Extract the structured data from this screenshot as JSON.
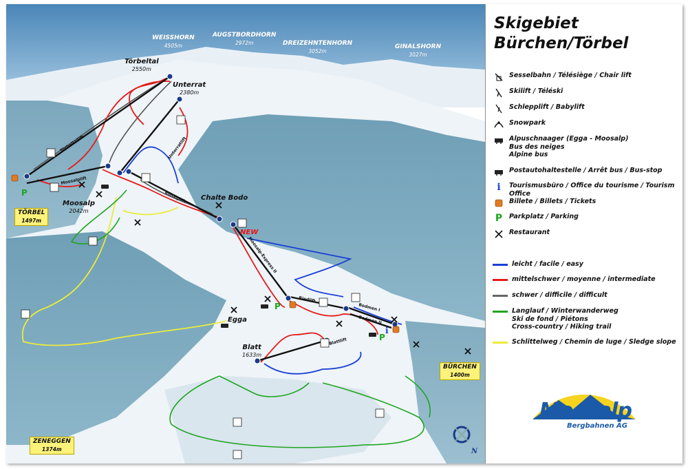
{
  "title_line1": "Skigebiet",
  "title_line2": "Bürchen/Törbel",
  "peaks": [
    {
      "name": "WEISSHORN",
      "alt": "4505m"
    },
    {
      "name": "AUGSTBORDHORN",
      "alt": "2972m"
    },
    {
      "name": "DREIZEHNTENHORN",
      "alt": "3052m"
    },
    {
      "name": "GINALSHORN",
      "alt": "3027m"
    }
  ],
  "places": {
    "toerbeltal": {
      "name": "Törbeltal",
      "alt": "2550m"
    },
    "unterrat": {
      "name": "Unterrat",
      "alt": "2380m"
    },
    "moosalp": {
      "name": "Moosalp",
      "alt": "2042m"
    },
    "chalte_bodo": {
      "name": "Chalte Bodo"
    },
    "egga": {
      "name": "Egga"
    },
    "blatt": {
      "name": "Blatt",
      "alt": "1633m"
    }
  },
  "villages": {
    "toerbel": {
      "name": "TÖRBEL",
      "alt": "1497m"
    },
    "buerchen": {
      "name": "BÜRCHEN",
      "alt": "1400m"
    },
    "zeneggen": {
      "name": "ZENEGGEN",
      "alt": "1374m"
    }
  },
  "lifts": [
    "Törbeltallift",
    "Moosalplift",
    "Unterratlift",
    "Ronalplift",
    "Moosalp-Express II",
    "Riedlift",
    "Blattlift",
    "Bodmen I",
    "Bodmen II"
  ],
  "new_label": "NEW",
  "legend": {
    "chair_lift": "Sesselbahn / Télésiège / Chair lift",
    "skilift": "Skilift / Téléski",
    "babylift": "Schlepplift / Babylift",
    "snowpark": "Snowpark",
    "alpine_bus": "Alpuschnaager (Egga - Moosalp)\nBus des neiges\nAlpine bus",
    "bus_stop": "Postautohaltestelle / Arrêt bus / Bus-stop",
    "tourism": "Tourismusbüro / Office du tourisme / Tourism Office",
    "tickets": "Billete / Billets / Tickets",
    "parking": "Parkplatz / Parking",
    "restaurant": "Restaurant",
    "easy": "leicht / facile / easy",
    "intermediate": "mittelschwer / moyenne / intermediate",
    "difficult": "schwer / difficile / difficult",
    "hiking": "Langlauf / Winterwanderweg\nSki de fond / Piétons\nCross-country / Hiking trail",
    "sledge": "Schlittelweg / Chemin de luge / Sledge slope"
  },
  "colors": {
    "easy": "#1a3fd6",
    "intermediate": "#e51b1b",
    "difficult": "#666666",
    "hiking": "#1fa51f",
    "sledge": "#ecec3a"
  },
  "logo": {
    "name": "Moosalp",
    "sub": "Bergbahnen AG"
  },
  "compass": "N"
}
